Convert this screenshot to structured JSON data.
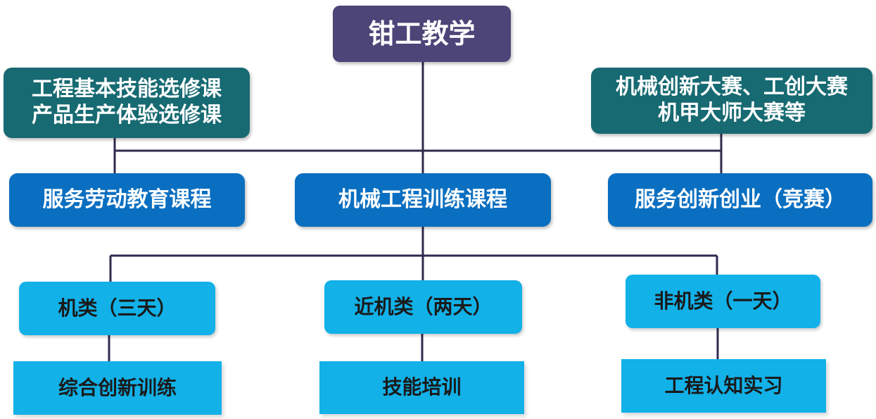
{
  "root": {
    "label": "钳工教学"
  },
  "top_left": {
    "line1": "工程基本技能选修课",
    "line2": "产品生产体验选修课"
  },
  "top_right": {
    "line1": "机械创新大赛、工创大赛",
    "line2": "机甲大师大赛等"
  },
  "mid": {
    "left": "服务劳动教育课程",
    "center": "机械工程训练课程",
    "right": "服务创新创业（竞赛）"
  },
  "categories": {
    "left": "机类（三天）",
    "center": "近机类（两天）",
    "right": "非机类（一天）"
  },
  "trainings": {
    "left": "综合创新训练",
    "center": "技能培训",
    "right": "工程认知实习"
  },
  "colors": {
    "root": "#4d4478",
    "teal": "#176a72",
    "blue": "#0a6fc1",
    "cyan": "#12b1e8",
    "connector": "#2f2a4e"
  }
}
